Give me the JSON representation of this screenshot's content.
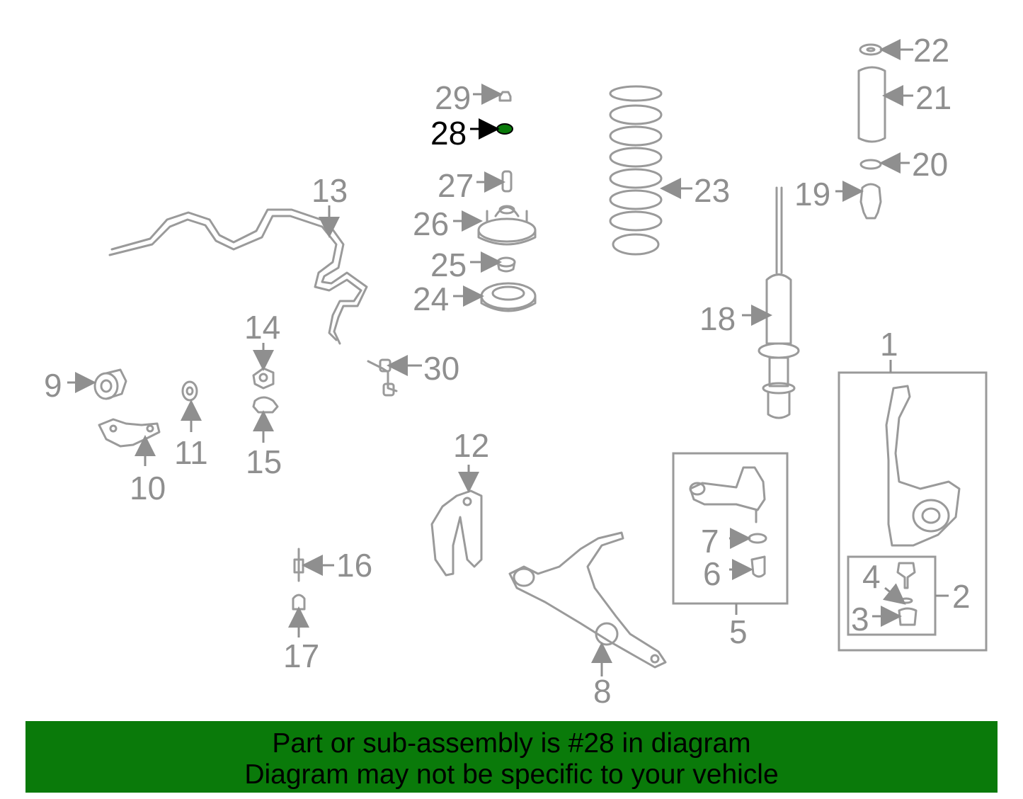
{
  "colors": {
    "highlight": "#0a7a0a",
    "banner_bg": "#0a7a0a",
    "part_stroke": "#9a9a9a",
    "label": "#8f8f8f"
  },
  "highlighted_part": "28",
  "labels": {
    "p1": "1",
    "p2": "2",
    "p3": "3",
    "p4": "4",
    "p5": "5",
    "p6": "6",
    "p7": "7",
    "p8": "8",
    "p9": "9",
    "p10": "10",
    "p11": "11",
    "p12": "12",
    "p13": "13",
    "p14": "14",
    "p15": "15",
    "p16": "16",
    "p17": "17",
    "p18": "18",
    "p19": "19",
    "p20": "20",
    "p21": "21",
    "p22": "22",
    "p23": "23",
    "p24": "24",
    "p25": "25",
    "p26": "26",
    "p27": "27",
    "p28": "28",
    "p29": "29",
    "p30": "30"
  },
  "banner": {
    "line1": "Part or sub-assembly is #28 in diagram",
    "line2": "Diagram may not be specific to your vehicle"
  }
}
